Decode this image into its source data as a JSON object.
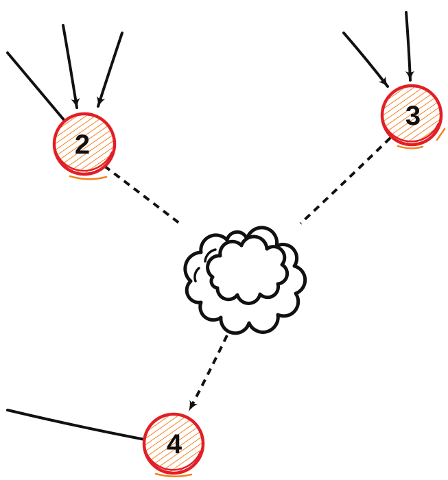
{
  "diagram": {
    "type": "hand-drawn-network-sketch",
    "nodes": [
      {
        "id": "node-2",
        "label": "2",
        "incoming_solid_lines": 3,
        "incoming_arrowheads": 2
      },
      {
        "id": "node-3",
        "label": "3",
        "incoming_solid_lines": 2,
        "incoming_arrowheads": 2
      },
      {
        "id": "node-4",
        "label": "4",
        "incoming_solid_lines": 1,
        "incoming_arrowheads": 0
      }
    ],
    "hub": {
      "shape": "cloud",
      "label": ""
    },
    "edges": [
      {
        "from": "node-2",
        "to": "cloud",
        "style": "dashed",
        "arrowhead": "none"
      },
      {
        "from": "node-3",
        "to": "cloud",
        "style": "dashed",
        "arrowhead": "none"
      },
      {
        "from": "cloud",
        "to": "node-4",
        "style": "dashed",
        "arrowhead": "at-node-4"
      }
    ],
    "colors": {
      "node_border": "#e21f26",
      "node_hatch": "#f58220",
      "line": "#111111",
      "background": "#ffffff"
    }
  }
}
